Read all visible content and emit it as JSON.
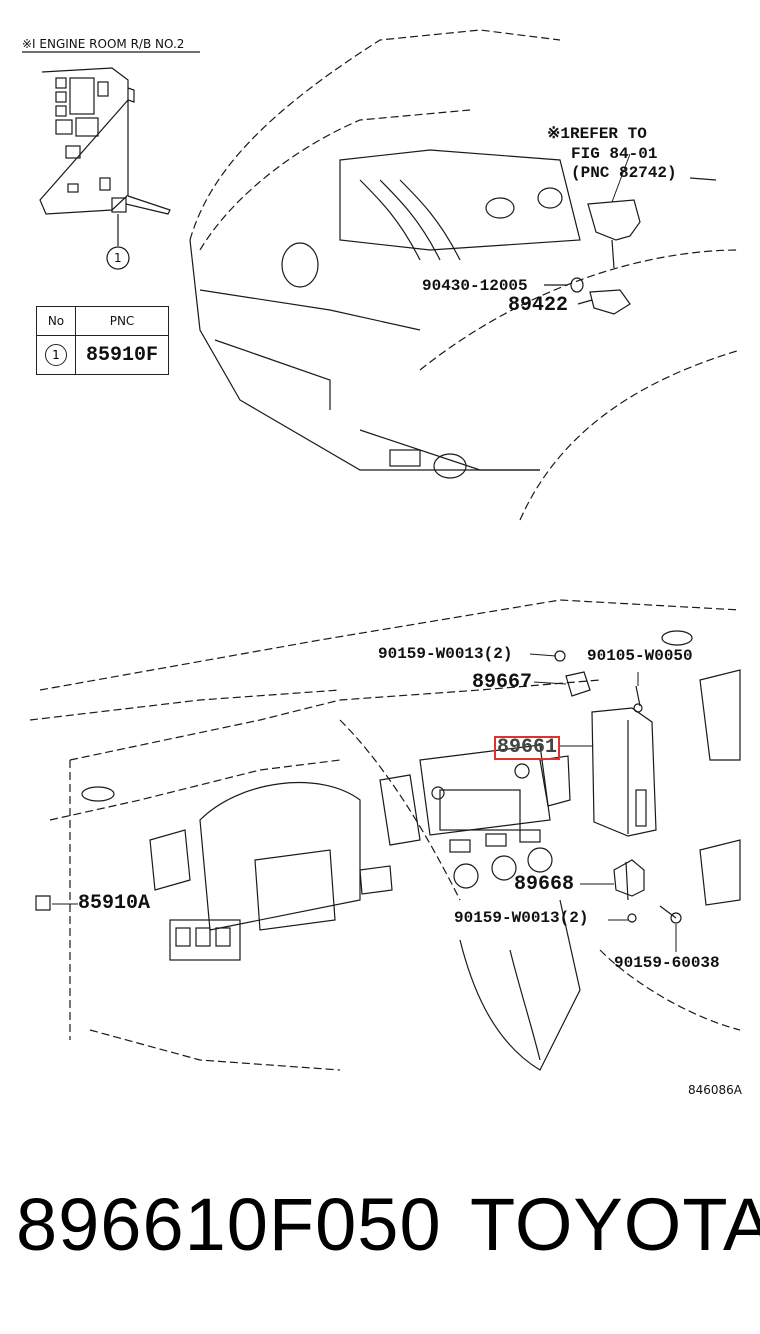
{
  "top": {
    "relay_box_caption": "※I ENGINE ROOM R/B NO.2",
    "marker_1": "1",
    "refer_line1": "※1REFER TO",
    "refer_line2": "FIG 84-01",
    "refer_line3": "(PNC 82742)",
    "part_90430": "90430-12005",
    "part_89422": "89422"
  },
  "table": {
    "headers": [
      "No",
      "PNC"
    ],
    "rows": [
      {
        "no": "1",
        "pnc": "85910F"
      }
    ]
  },
  "bottom": {
    "part_90159_w0013_top": "90159-W0013(2)",
    "part_90105": "90105-W0050",
    "part_89667": "89667",
    "part_89661": "89661",
    "part_85910a": "85910A",
    "part_89668": "89668",
    "part_90159_w0013_bottom": "90159-W0013(2)",
    "part_90159_60038": "90159-60038",
    "figure_id": "846086A"
  },
  "footer": {
    "part_number": "896610F050",
    "brand": "TOYOTA"
  },
  "colors": {
    "line": "#1a1a1a",
    "highlight": "#e03030"
  }
}
